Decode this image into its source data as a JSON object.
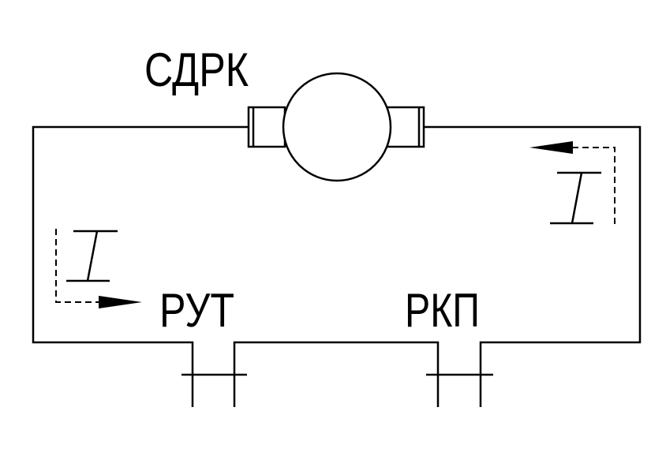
{
  "labels": {
    "motor": "СДРК",
    "left_valve": "РУТ",
    "right_valve": "РКП",
    "current_left": "I",
    "current_right": "I"
  }
}
